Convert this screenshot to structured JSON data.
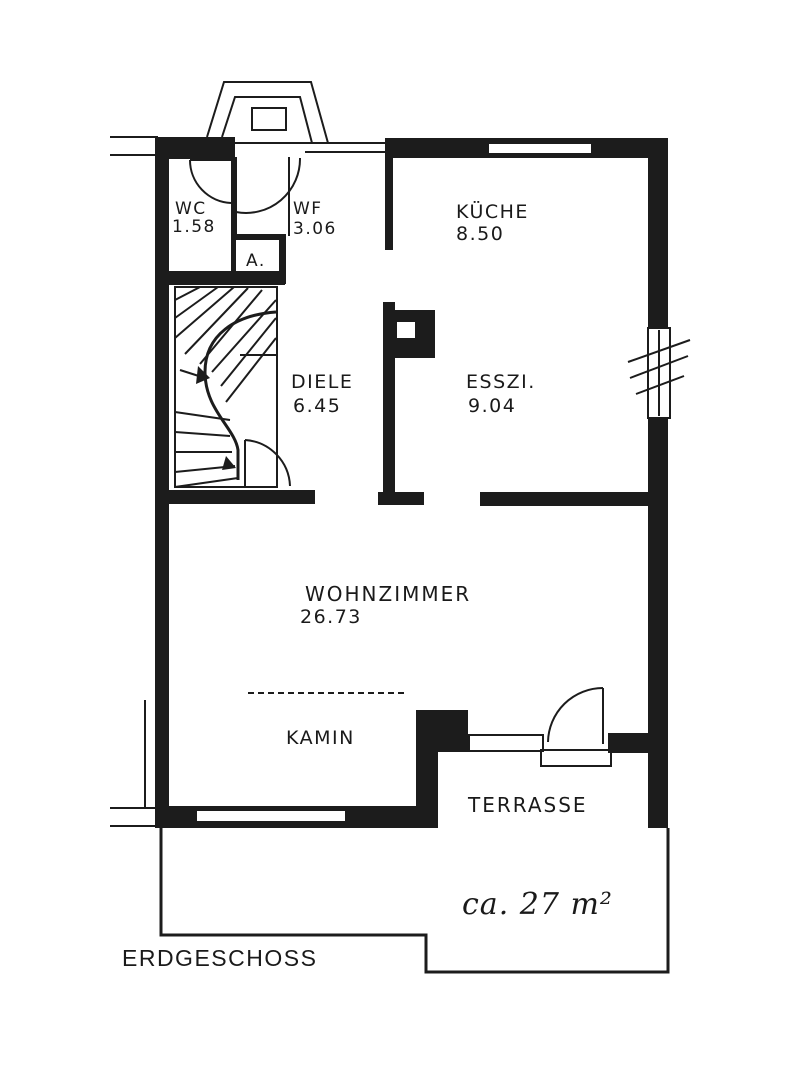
{
  "plan": {
    "floor_title": "ERDGESCHOSS",
    "rooms": {
      "wc": {
        "name": "WC",
        "area": "1.58"
      },
      "wf": {
        "name": "WF",
        "area": "3.06"
      },
      "kueche": {
        "name": "KÜCHE",
        "area": "8.50"
      },
      "diele": {
        "name": "DIELE",
        "area": "6.45"
      },
      "esszi": {
        "name": "ESSZI.",
        "area": "9.04"
      },
      "wohnzimmer": {
        "name": "WOHNZIMMER",
        "area": "26.73"
      },
      "terrasse": {
        "name": "TERRASSE",
        "area": "ca. 27 m²"
      }
    },
    "features": {
      "kamin": "KAMIN",
      "anschluss": "A."
    }
  }
}
